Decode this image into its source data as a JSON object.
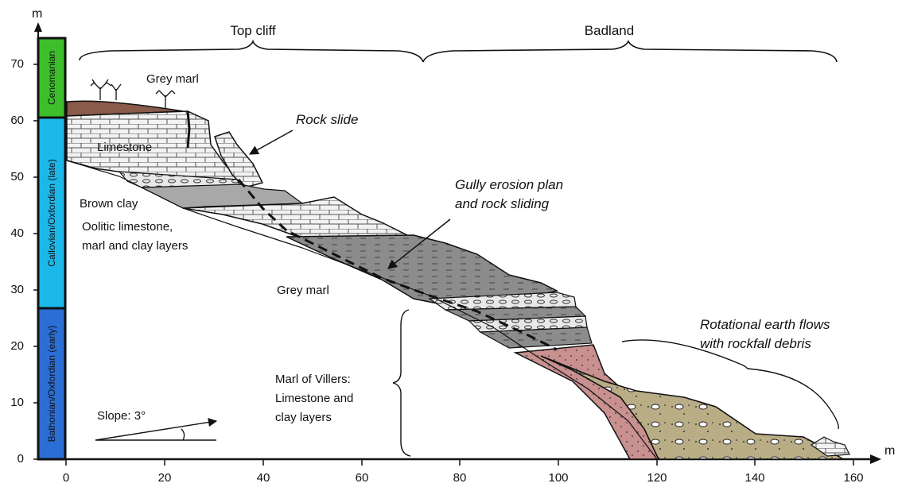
{
  "units": {
    "vertical": "m",
    "horizontal": "m"
  },
  "y_axis_ticks": [
    "0",
    "10",
    "20",
    "30",
    "40",
    "50",
    "60",
    "70"
  ],
  "x_axis_ticks": [
    "0",
    "20",
    "40",
    "60",
    "80",
    "100",
    "120",
    "140",
    "160"
  ],
  "stratigraphic_column": [
    {
      "label": "Cenomanian",
      "color": "#3cbf2a"
    },
    {
      "label": "Callovian/Oxfordian (late)",
      "color": "#1db8ea"
    },
    {
      "label": "Bathonian/Oxfordian (early)",
      "color": "#2b6fd6"
    }
  ],
  "zones": {
    "top_cliff": "Top cliff",
    "badland": "Badland"
  },
  "labels": {
    "grey_marl_top": "Grey marl",
    "limestone": "Limestone",
    "brown_clay": "Brown clay",
    "oolitic_line1": "Oolitic limestone,",
    "oolitic_line2": "marl and clay layers",
    "grey_marl_mid": "Grey marl",
    "villers_line1": "Marl of Villers:",
    "villers_line2": "Limestone and",
    "villers_line3": "clay layers",
    "slope": "Slope: 3°"
  },
  "callouts": {
    "rock_slide": "Rock slide",
    "gully_line1": "Gully erosion plan",
    "gully_line2": "and rock sliding",
    "rotational_line1": "Rotational earth flows",
    "rotational_line2": "with rockfall debris"
  },
  "colors": {
    "grey_marl": "#8c8c8c",
    "brown_marl": "#8a5a4a",
    "pink_clay": "#c8908f",
    "earthflow": "#b9ad86",
    "limestone": "#f2f2f2"
  }
}
